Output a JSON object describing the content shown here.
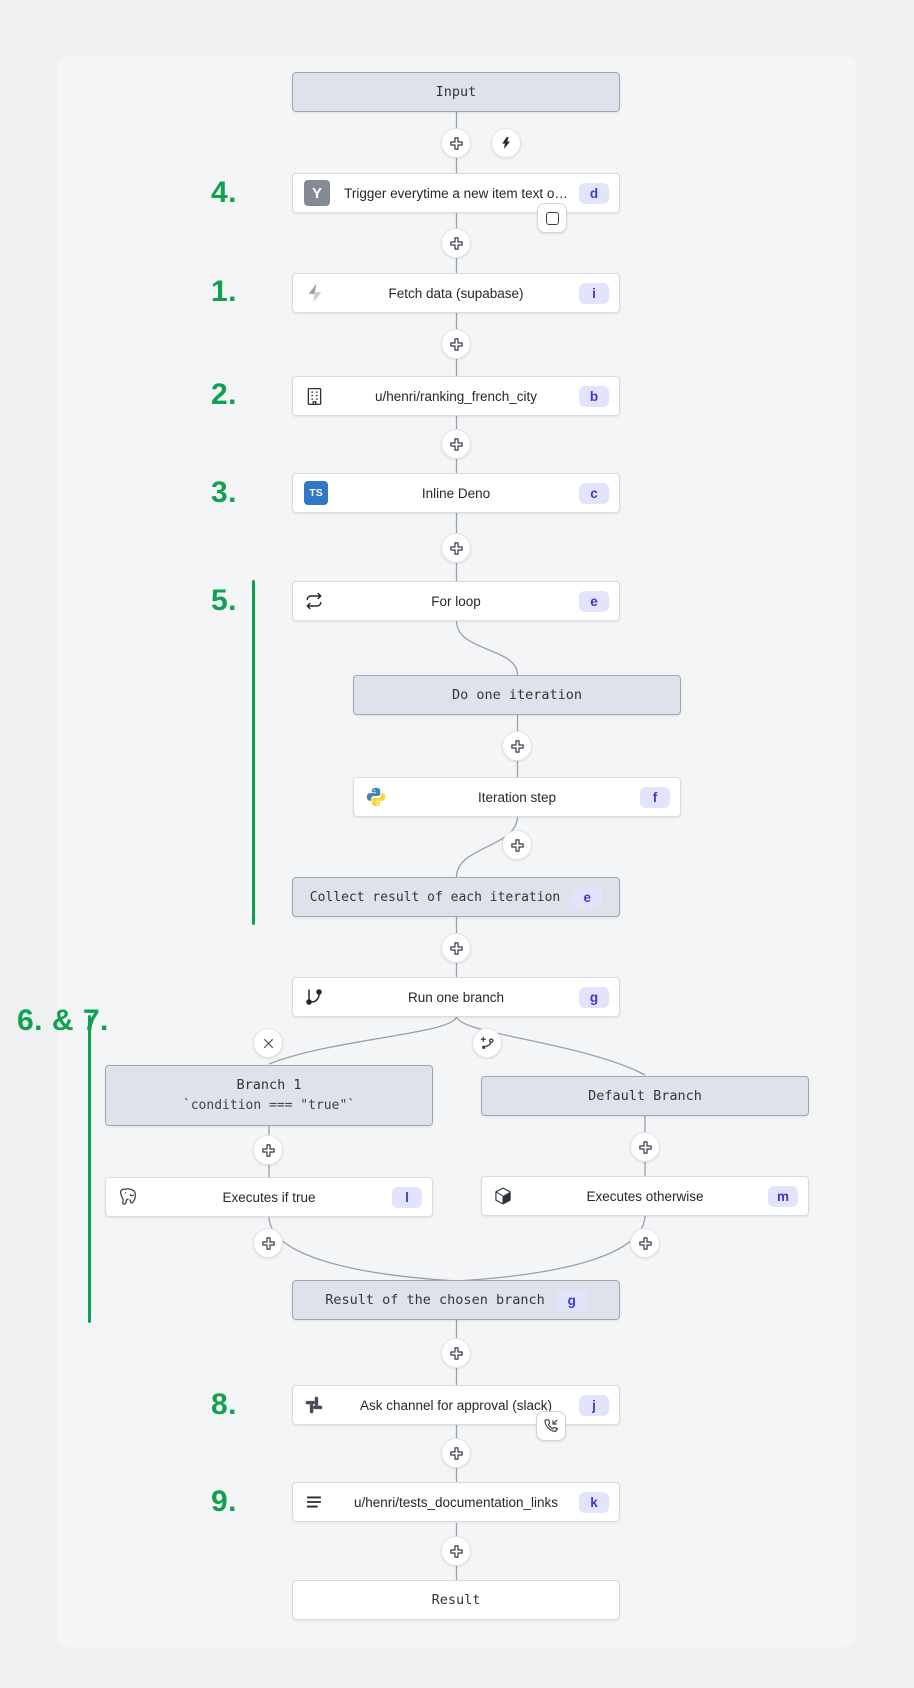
{
  "annotations": {
    "n4": "4.",
    "n1": "1.",
    "n2": "2.",
    "n3": "3.",
    "n5": "5.",
    "n67": "6. & 7.",
    "n8": "8.",
    "n9": "9."
  },
  "nodes": {
    "input": {
      "label": "Input"
    },
    "trigger": {
      "label": "Trigger everytime a new item text o…",
      "badge": "d",
      "icon": "hackernews-y",
      "icon_letter": "Y"
    },
    "fetch": {
      "label": "Fetch data (supabase)",
      "badge": "i",
      "icon": "supabase-bolt"
    },
    "ranking": {
      "label": "u/henri/ranking_french_city",
      "badge": "b",
      "icon": "building"
    },
    "deno": {
      "label": "Inline Deno",
      "badge": "c",
      "icon": "typescript",
      "icon_letter": "TS"
    },
    "forloop": {
      "label": "For loop",
      "badge": "e",
      "icon": "repeat-arrows"
    },
    "do_iteration": {
      "label": "Do one iteration"
    },
    "iteration_step": {
      "label": "Iteration step",
      "badge": "f",
      "icon": "python"
    },
    "collect": {
      "label": "Collect result of each iteration",
      "badge": "e"
    },
    "run_branch": {
      "label": "Run one branch",
      "badge": "g",
      "icon": "git-branch"
    },
    "branch1": {
      "title": "Branch 1",
      "condition": "`condition === \"true\"`"
    },
    "default_branch": {
      "label": "Default Branch"
    },
    "exec_true": {
      "label": "Executes if true",
      "badge": "l",
      "icon": "postgresql"
    },
    "exec_otherwise": {
      "label": "Executes otherwise",
      "badge": "m",
      "icon": "cube"
    },
    "result_branch": {
      "label": "Result of the chosen branch",
      "badge": "g"
    },
    "ask_approval": {
      "label": "Ask channel for approval (slack)",
      "badge": "j",
      "icon": "slack"
    },
    "tests_docs": {
      "label": "u/henri/tests_documentation_links",
      "badge": "k",
      "icon": "menu-lines"
    },
    "result": {
      "label": "Result"
    }
  },
  "colors": {
    "annotation_green": "#0fa14f",
    "badge_bg": "#e1e4fb",
    "badge_text": "#4338ca",
    "node_gray_bg": "#dee3eb",
    "ts_blue": "#3178c6"
  }
}
